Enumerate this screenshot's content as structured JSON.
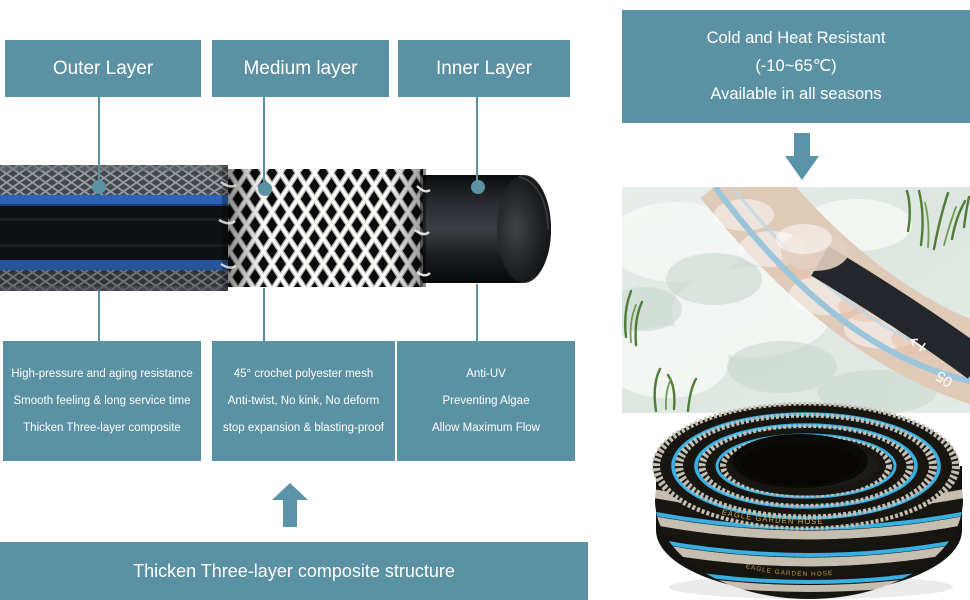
{
  "palette": {
    "teal": "#5b92a3",
    "text_white": "#ffffff",
    "hose_stripe_blue": "#2d62b8",
    "coil_stripe_blue": "#38b0e2",
    "coil_print_gold": "#d5b05a",
    "background": "#ffffff"
  },
  "layer_callouts": [
    {
      "label": "Outer Layer",
      "details": [
        "High-pressure and aging resistance",
        "Smooth feeling & long service time",
        "Thicken Three-layer composite"
      ]
    },
    {
      "label": "Medium layer",
      "details": [
        "45° crochet polyester mesh",
        "Anti-twist, No kink, No deform",
        "stop expansion & blasting-proof"
      ]
    },
    {
      "label": "Inner Layer",
      "details": [
        "Anti-UV",
        "Preventing Algae",
        "Allow Maximum Flow"
      ]
    }
  ],
  "bottom_banner": {
    "label": "Thicken Three-layer composite structure"
  },
  "weather_panel": {
    "lines": [
      "Cold and Heat Resistant",
      "(-10~65℃)",
      "Available in all seasons"
    ]
  },
  "ice_photo": {
    "hose_marking": "05"
  },
  "coil_photo": {
    "hose_print": "EAGLE GARDEN HOSE"
  }
}
